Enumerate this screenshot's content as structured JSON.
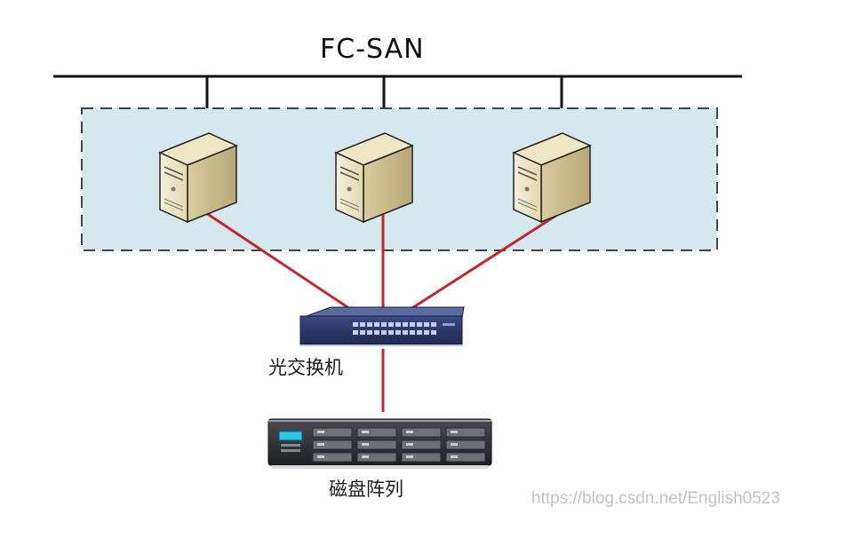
{
  "diagram": {
    "title": "FC-SAN",
    "switch_label": "光交换机",
    "storage_label": "磁盘阵列",
    "watermark": "https://blog.csdn.net/English0523"
  },
  "colors": {
    "bus_line": "#111111",
    "server_zone_fill": "#cfe6ee",
    "server_zone_border": "#444444",
    "fibre_link": "#c0282d",
    "switch_body": "#2d3a6b",
    "server_case": "#f2ead1"
  },
  "nodes": {
    "servers": [
      "server-1",
      "server-2",
      "server-3"
    ],
    "switch": "fibre-channel-switch",
    "storage": "disk-array"
  }
}
